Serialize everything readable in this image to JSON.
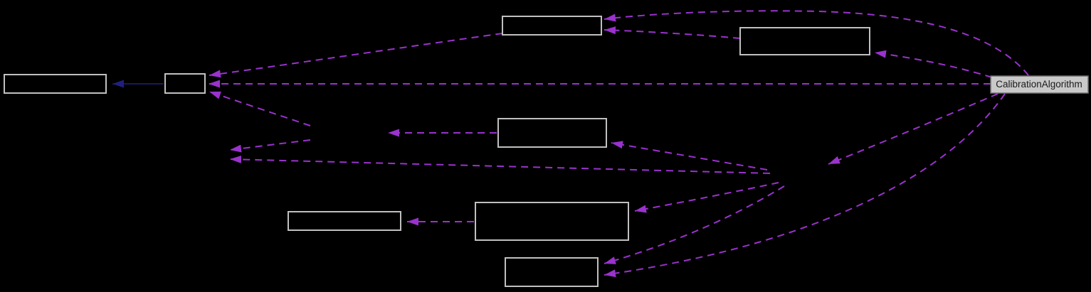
{
  "diagram": {
    "type": "collaboration-graph",
    "background": "#000000",
    "colors": {
      "background": "#000000",
      "node_fill": "#000000",
      "node_border": "#c0c0c0",
      "active_node_fill": "#c9c9c9",
      "active_node_border": "#707070",
      "active_node_text": "#1a1a1a",
      "dashed_edge": "#9a32cd",
      "solid_edge": "#202080"
    },
    "nodes": {
      "calibration_algorithm": {
        "label": "CalibrationAlgorithm",
        "style": "highlighted"
      },
      "left_box": {
        "label": ""
      },
      "small_box": {
        "label": ""
      },
      "top_center_box": {
        "label": ""
      },
      "top_right_box": {
        "label": ""
      },
      "middle_box": {
        "label": ""
      },
      "wide_left_box": {
        "label": ""
      },
      "large_center_box": {
        "label": ""
      },
      "bottom_box": {
        "label": ""
      }
    },
    "edges": [
      {
        "from": "calibration-algorithm",
        "to": "top-center-box",
        "style": "dashed"
      },
      {
        "from": "top-right-box",
        "to": "top-center-box",
        "style": "dashed"
      },
      {
        "from": "calibration-algorithm",
        "to": "top-right-box",
        "style": "dashed"
      },
      {
        "from": "calibration-algorithm",
        "to": "small-box",
        "style": "dashed"
      },
      {
        "from": "top-center-box",
        "to": "small-box",
        "style": "dashed"
      },
      {
        "from": "unlabeled-point",
        "to": "small-box",
        "style": "dashed"
      },
      {
        "from": "middle-box",
        "to": "unlabeled-point",
        "style": "dashed"
      },
      {
        "from": "unlabeled-point",
        "to": "unlabeled-point",
        "style": "dashed"
      },
      {
        "from": "unlabeled-point",
        "to": "unlabeled-point",
        "style": "dashed"
      },
      {
        "from": "unlabeled-point",
        "to": "middle-box",
        "style": "dashed"
      },
      {
        "from": "calibration-algorithm",
        "to": "unlabeled-point",
        "style": "dashed"
      },
      {
        "from": "unlabeled-point",
        "to": "large-center-box",
        "style": "dashed"
      },
      {
        "from": "unlabeled-point",
        "to": "bottom-box",
        "style": "dashed"
      },
      {
        "from": "calibration-algorithm",
        "to": "bottom-box",
        "style": "dashed"
      },
      {
        "from": "large-center-box",
        "to": "wide-left-box",
        "style": "dashed"
      },
      {
        "from": "small-box",
        "to": "left-box",
        "style": "solid"
      }
    ]
  }
}
